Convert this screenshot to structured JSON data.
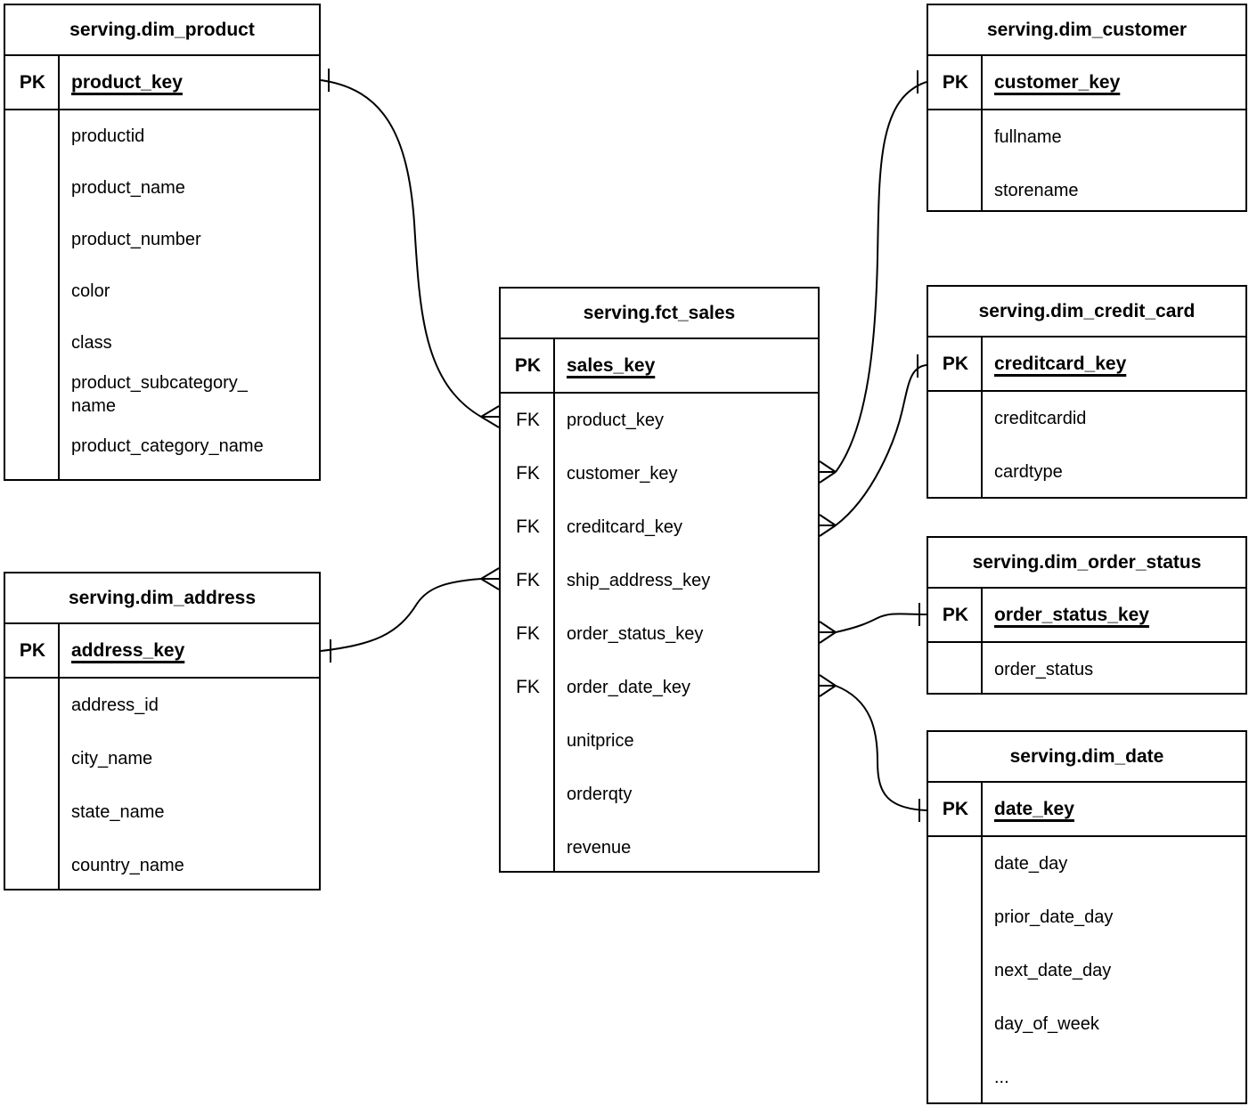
{
  "diagram": {
    "colors": {
      "line": "#000000",
      "background": "#ffffff",
      "text": "#000000"
    },
    "tables": [
      {
        "id": "dim_product",
        "title": "serving.dim_product",
        "pk": {
          "label": "PK",
          "field": "product_key"
        },
        "fields": [
          {
            "label": "productid"
          },
          {
            "label": "product_name"
          },
          {
            "label": "product_number"
          },
          {
            "label": "color"
          },
          {
            "label": "class"
          },
          {
            "label": "product_subcategory_\nname",
            "wrap": true
          },
          {
            "label": "product_category_name"
          }
        ]
      },
      {
        "id": "dim_address",
        "title": "serving.dim_address",
        "pk": {
          "label": "PK",
          "field": "address_key"
        },
        "fields": [
          {
            "label": "address_id"
          },
          {
            "label": "city_name"
          },
          {
            "label": "state_name"
          },
          {
            "label": "country_name"
          }
        ]
      },
      {
        "id": "fct_sales",
        "title": "serving.fct_sales",
        "pk": {
          "label": "PK",
          "field": "sales_key"
        },
        "fields": [
          {
            "gutter": "FK",
            "label": "product_key"
          },
          {
            "gutter": "FK",
            "label": "customer_key"
          },
          {
            "gutter": "FK",
            "label": "creditcard_key"
          },
          {
            "gutter": "FK",
            "label": "ship_address_key"
          },
          {
            "gutter": "FK",
            "label": "order_status_key"
          },
          {
            "gutter": "FK",
            "label": "order_date_key"
          },
          {
            "label": "unitprice"
          },
          {
            "label": "orderqty"
          },
          {
            "label": "revenue"
          }
        ]
      },
      {
        "id": "dim_customer",
        "title": "serving.dim_customer",
        "pk": {
          "label": "PK",
          "field": "customer_key"
        },
        "fields": [
          {
            "label": "fullname"
          },
          {
            "label": "storename"
          }
        ]
      },
      {
        "id": "dim_credit_card",
        "title": "serving.dim_credit_card",
        "pk": {
          "label": "PK",
          "field": "creditcard_key"
        },
        "fields": [
          {
            "label": "creditcardid"
          },
          {
            "label": "cardtype"
          }
        ]
      },
      {
        "id": "dim_order_status",
        "title": "serving.dim_order_status",
        "pk": {
          "label": "PK",
          "field": "order_status_key"
        },
        "fields": [
          {
            "label": "order_status"
          }
        ]
      },
      {
        "id": "dim_date",
        "title": "serving.dim_date",
        "pk": {
          "label": "PK",
          "field": "date_key"
        },
        "fields": [
          {
            "label": "date_day"
          },
          {
            "label": "prior_date_day"
          },
          {
            "label": "next_date_day"
          },
          {
            "label": "day_of_week"
          },
          {
            "label": "..."
          }
        ]
      }
    ],
    "relationships": [
      {
        "from": "serving.dim_product.product_key",
        "to": "serving.fct_sales.product_key",
        "cardinality": "one-to-many"
      },
      {
        "from": "serving.dim_address.address_key",
        "to": "serving.fct_sales.ship_address_key",
        "cardinality": "one-to-many"
      },
      {
        "from": "serving.dim_customer.customer_key",
        "to": "serving.fct_sales.customer_key",
        "cardinality": "one-to-many"
      },
      {
        "from": "serving.dim_credit_card.creditcard_key",
        "to": "serving.fct_sales.creditcard_key",
        "cardinality": "one-to-many"
      },
      {
        "from": "serving.dim_order_status.order_status_key",
        "to": "serving.fct_sales.order_status_key",
        "cardinality": "one-to-many"
      },
      {
        "from": "serving.dim_date.date_key",
        "to": "serving.fct_sales.order_date_key",
        "cardinality": "one-to-many"
      }
    ]
  }
}
